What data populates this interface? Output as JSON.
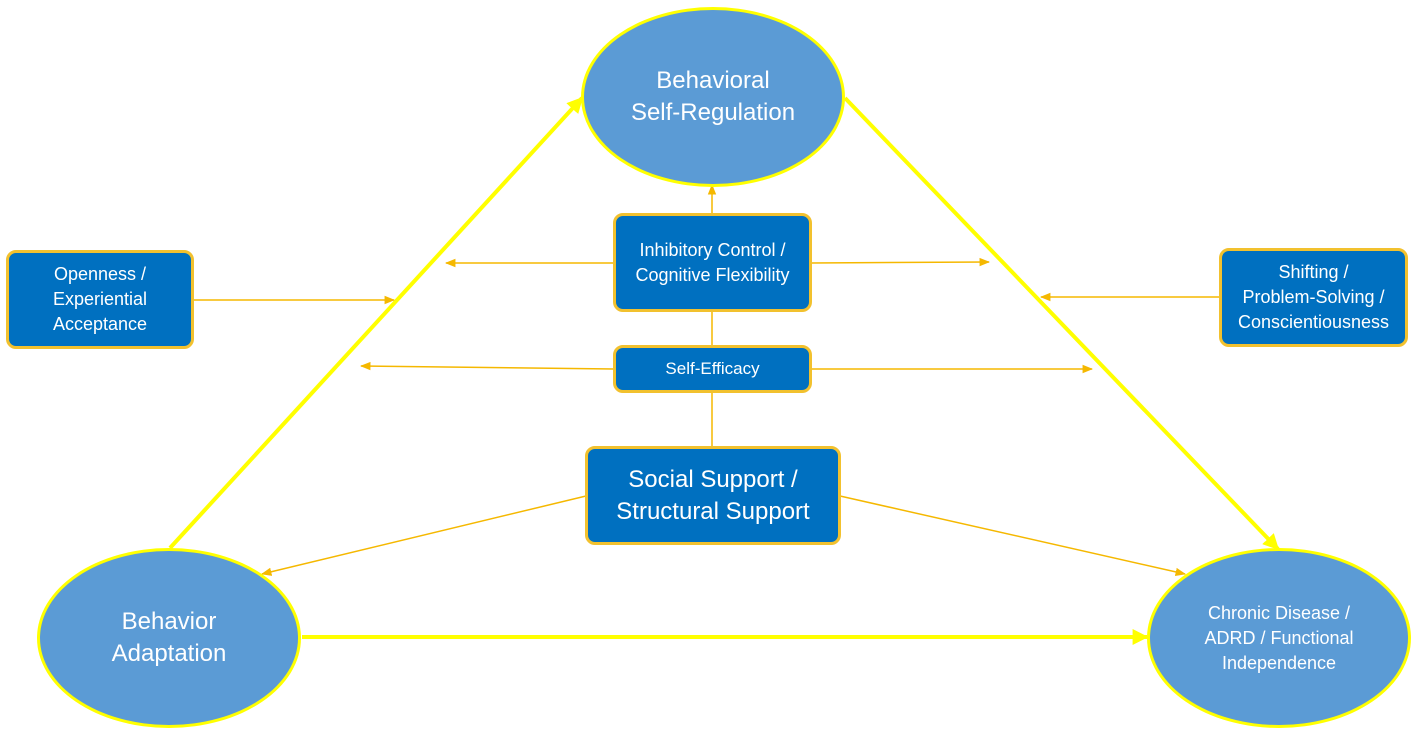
{
  "colors": {
    "ellipse_fill": "#5b9bd5",
    "ellipse_border": "#ffff00",
    "box_fill": "#0070c0",
    "box_border": "#f2c12e",
    "triangle_line": "#ffff00",
    "connector_line": "#f5b800",
    "text": "#ffffff"
  },
  "nodes": {
    "behavioral_self_regulation": "Behavioral\nSelf-Regulation",
    "behavior_adaptation": "Behavior\nAdaptation",
    "chronic_disease": "Chronic Disease /\nADRD / Functional\nIndependence",
    "inhibitory_control": "Inhibitory Control /\nCognitive Flexibility",
    "self_efficacy": "Self-Efficacy",
    "social_support": "Social Support /\nStructural Support",
    "openness": "Openness /\nExperiential\nAcceptance",
    "shifting": "Shifting /\nProblem-Solving /\nConscientiousness"
  }
}
